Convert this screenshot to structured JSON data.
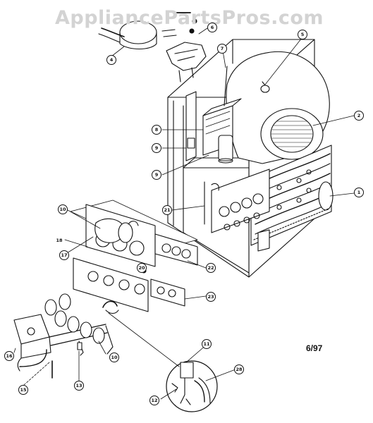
{
  "watermark": "AppliancePartsPros.com",
  "date_code": "6/97",
  "callouts": [
    {
      "id": "c1",
      "label": "1"
    },
    {
      "id": "c2",
      "label": "2"
    },
    {
      "id": "c4",
      "label": "4"
    },
    {
      "id": "c5",
      "label": "5"
    },
    {
      "id": "c6",
      "label": "6"
    },
    {
      "id": "c7",
      "label": "7"
    },
    {
      "id": "c8",
      "label": "8"
    },
    {
      "id": "c9a",
      "label": "9"
    },
    {
      "id": "c9b",
      "label": "9"
    },
    {
      "id": "c10a",
      "label": "10"
    },
    {
      "id": "c10b",
      "label": "10"
    },
    {
      "id": "c11",
      "label": "11"
    },
    {
      "id": "c12",
      "label": "12"
    },
    {
      "id": "c13",
      "label": "13"
    },
    {
      "id": "c15",
      "label": "15"
    },
    {
      "id": "c16",
      "label": "16"
    },
    {
      "id": "c17",
      "label": "17"
    },
    {
      "id": "c18",
      "label": "18"
    },
    {
      "id": "c20",
      "label": "20"
    },
    {
      "id": "c21",
      "label": "21"
    },
    {
      "id": "c22",
      "label": "22"
    },
    {
      "id": "c23",
      "label": "23"
    },
    {
      "id": "c28",
      "label": "28"
    }
  ]
}
